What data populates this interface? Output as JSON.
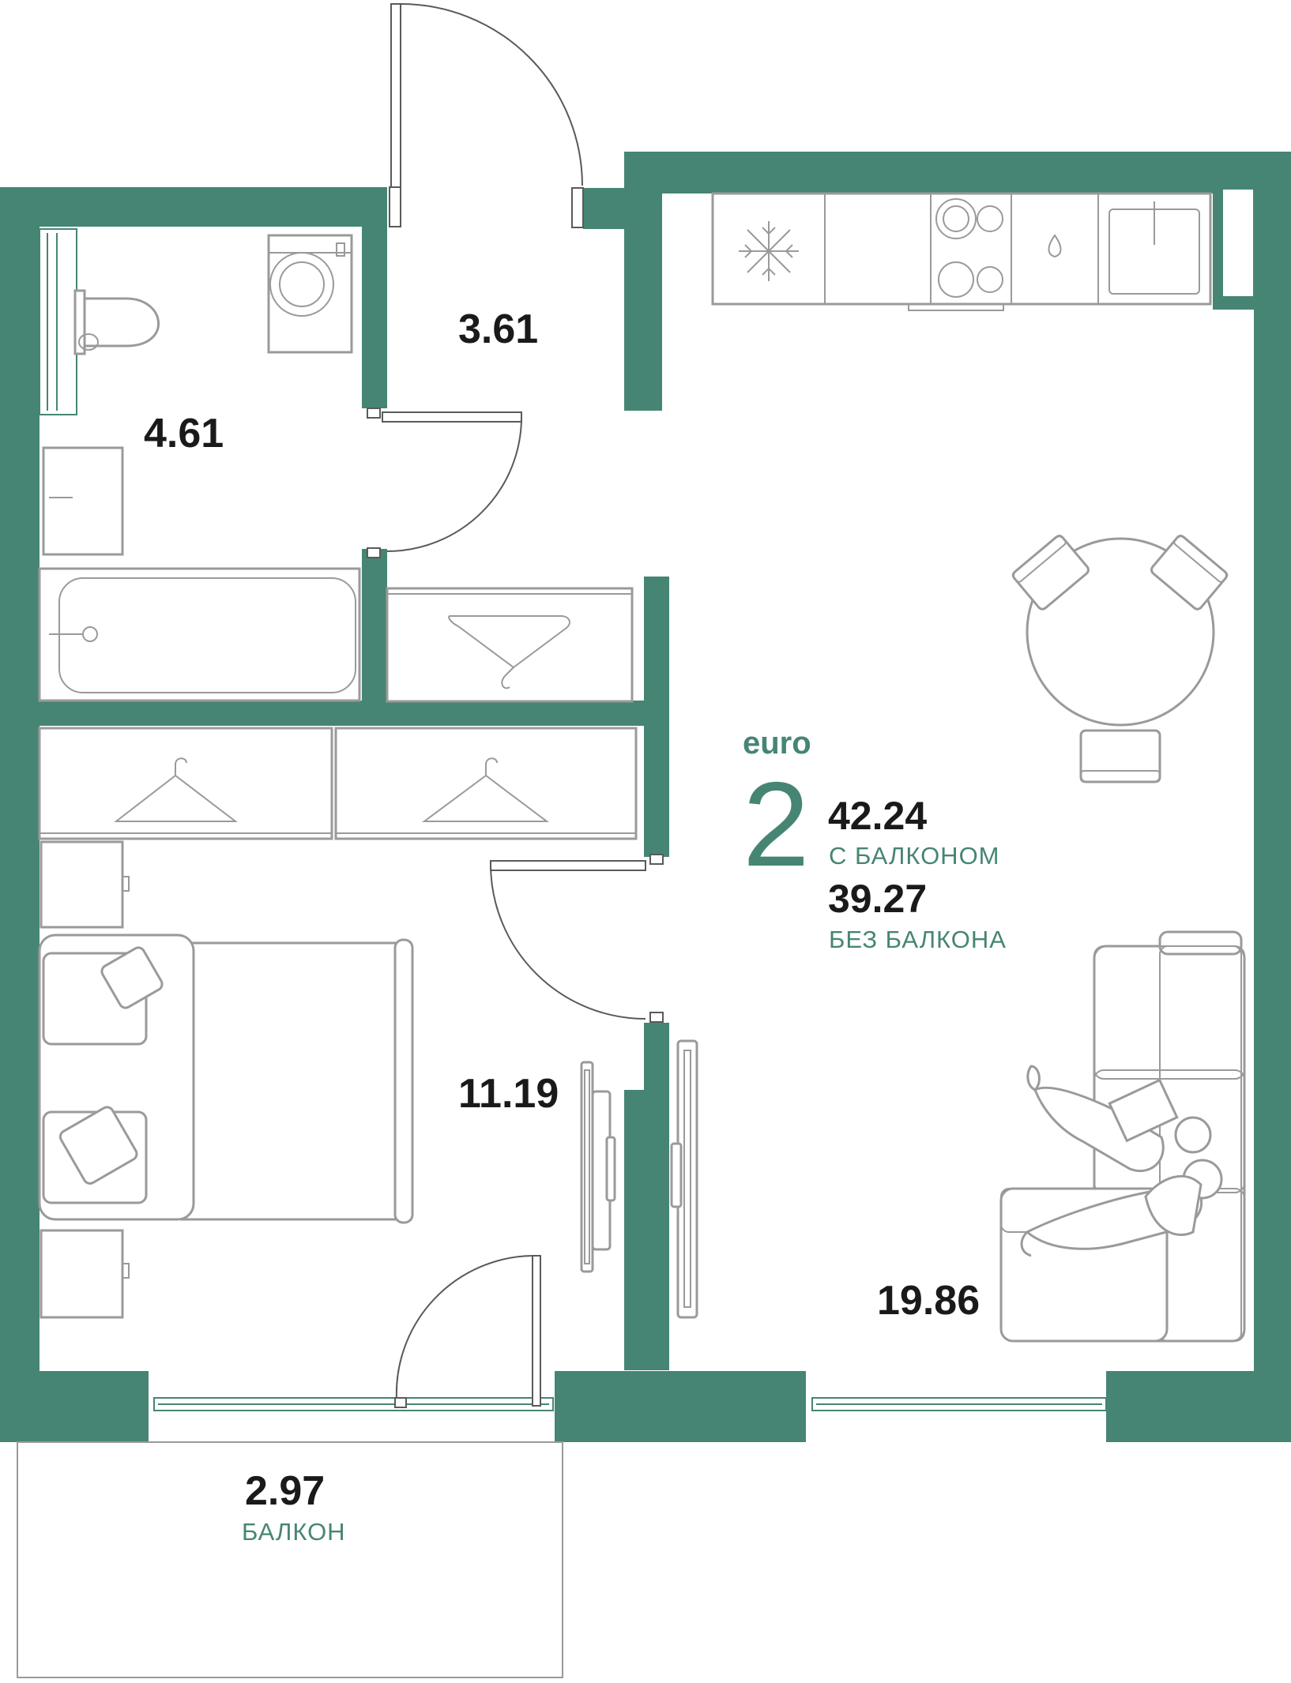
{
  "layout_type": {
    "brand": "euro",
    "rooms_count": "2"
  },
  "totals": {
    "with_balcony_value": "42.24",
    "with_balcony_label": "С БАЛКОНОМ",
    "without_balcony_value": "39.27",
    "without_balcony_label": "БЕЗ БАЛКОНА"
  },
  "rooms": {
    "hallway": "3.61",
    "bathroom": "4.61",
    "bedroom": "11.19",
    "living_kitchen": "19.86",
    "balcony": "2.97",
    "balcony_label": "БАЛКОН"
  },
  "colors": {
    "walls": "#468574",
    "furniture": "#9a9a9a",
    "text": "#1a1a1a"
  },
  "icons": [
    "snowflake-icon",
    "hanger-icon",
    "water-drop-icon"
  ]
}
